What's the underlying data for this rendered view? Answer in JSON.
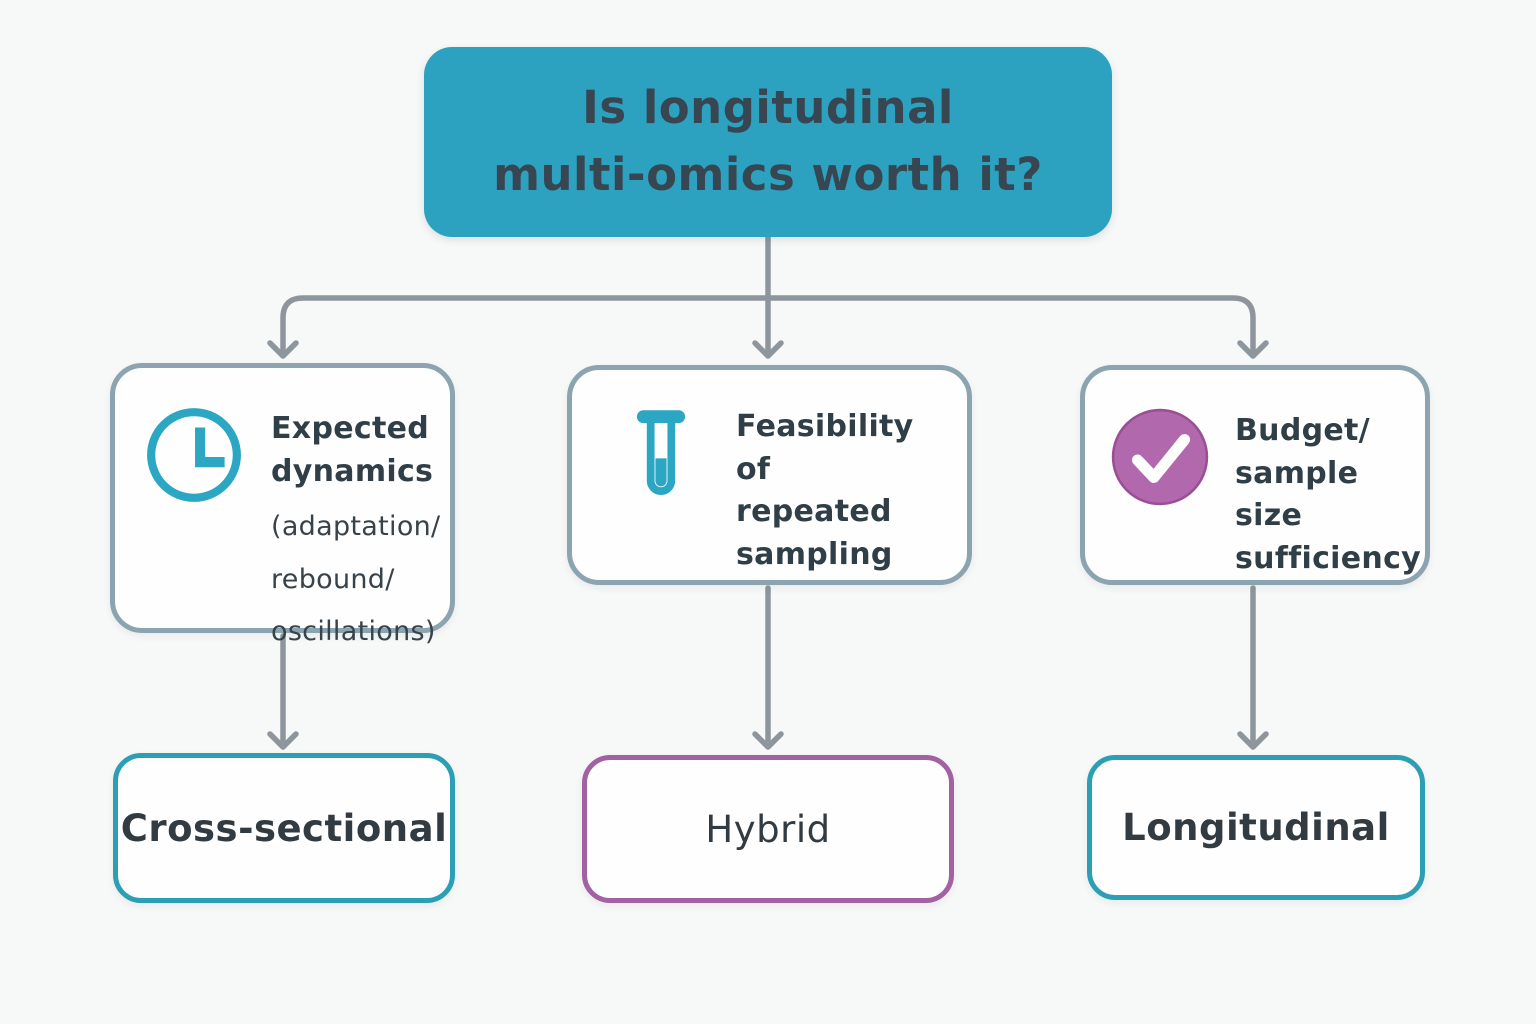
{
  "diagram_type": "decision-flowchart",
  "colors": {
    "background": "#f7f8f8",
    "root_fill": "#2ca2c0",
    "root_text": "#374650",
    "criterion_border": "#8ba4b0",
    "teal_accent": "#2ba6c3",
    "purple_accent": "#b168ad",
    "purple_border": "#a161a3",
    "teal_border": "#2d9fb4",
    "arrow": "#8d969d",
    "text_dark": "#2f3e47"
  },
  "root": {
    "question_lines": [
      "Is longitudinal",
      "multi-omics worth it?"
    ]
  },
  "branches": [
    {
      "icon": "clock-icon",
      "heading_lines": [
        "Expected",
        "dynamics"
      ],
      "sub_lines": [
        "(adaptation/",
        "rebound/",
        "oscillations)"
      ],
      "outcome": "Cross-sectional"
    },
    {
      "icon": "test-tube-icon",
      "heading_lines": [
        "Feasibility of",
        "repeated",
        "sampling"
      ],
      "sub_lines": [],
      "outcome": "Hybrid"
    },
    {
      "icon": "check-circle-icon",
      "heading_lines": [
        "Budget/",
        "sample size",
        "sufficiency"
      ],
      "sub_lines": [],
      "outcome": "Longitudinal"
    }
  ]
}
